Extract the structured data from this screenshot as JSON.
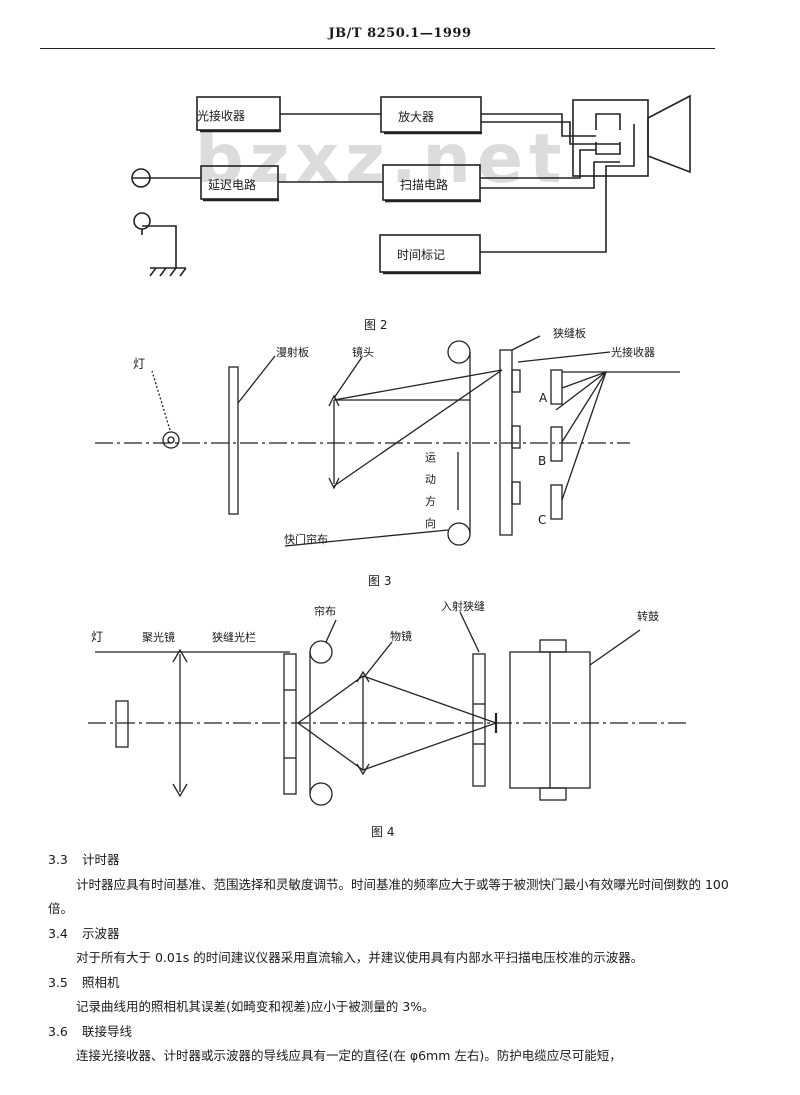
{
  "header": {
    "title": "JB/T 8250.1—1999"
  },
  "watermark": "bzxz.net",
  "figure2": {
    "labels": {
      "photoreceiver": "光接收器",
      "amplifier": "放大器",
      "delay_circuit": "延迟电路",
      "sweep_circuit": "扫描电路",
      "time_marker": "时间标记"
    },
    "caption": "图 2"
  },
  "figure3": {
    "labels": {
      "lamp": "灯",
      "diffuser": "漫射板",
      "lens": "镜头",
      "slit_plate": "狭缝板",
      "photoreceiver": "光接收器",
      "motion": [
        "运",
        "动",
        "方",
        "向"
      ],
      "shutter_curtain": "快门帘布",
      "pos_a": "A",
      "pos_b": "B",
      "pos_c": "C"
    },
    "caption": "图 3"
  },
  "figure4": {
    "labels": {
      "lamp": "灯",
      "condenser": "聚光镜",
      "slit_grating": "狭缝光栏",
      "curtain": "帘布",
      "objective": "物镜",
      "entrance_slit": "入射狭缝",
      "drum": "转鼓"
    },
    "caption": "图 4"
  },
  "sections": [
    {
      "number": "3.3",
      "title": "计时器",
      "paragraphs": [
        "计时器应具有时间基准、范围选择和灵敏度调节。时间基准的频率应大于或等于被测快门最小有效曝光时间倒数的 100 倍。"
      ]
    },
    {
      "number": "3.4",
      "title": "示波器",
      "paragraphs": [
        "对于所有大于 0.01s 的时间建议仪器采用直流输入，并建议使用具有内部水平扫描电压校准的示波器。"
      ]
    },
    {
      "number": "3.5",
      "title": "照相机",
      "paragraphs": [
        "记录曲线用的照相机其误差(如畸变和视差)应小于被测量的 3%。"
      ]
    },
    {
      "number": "3.6",
      "title": "联接导线",
      "paragraphs": [
        "连接光接收器、计时器或示波器的导线应具有一定的直径(在 φ6mm 左右)。防护电缆应尽可能短，"
      ]
    }
  ]
}
